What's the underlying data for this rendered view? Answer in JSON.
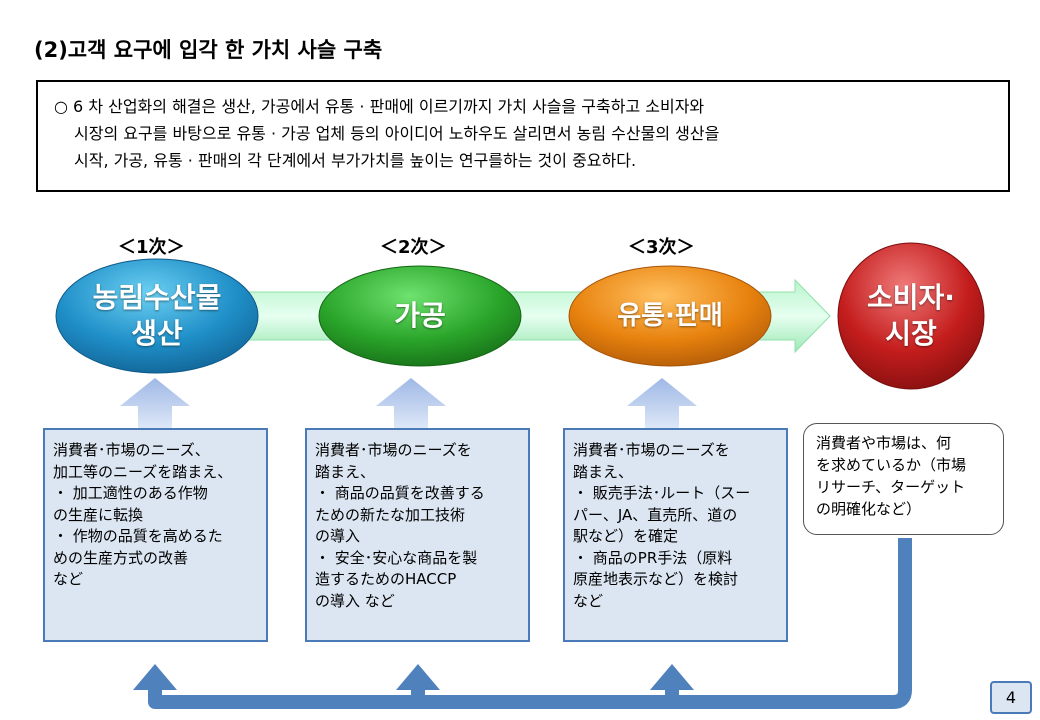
{
  "title": "(2)고객 요구에 입각 한 가치 사슬 구축",
  "summary": {
    "lines": [
      "○ 6 차 산업화의 해결은 생산, 가공에서 유통 · 판매에 이르기까지 가치 사슬을 구축하고 소비자와",
      "시장의 요구를 바탕으로 유통 · 가공 업체 등의 아이디어 노하우도 살리면서 농림 수산물의 생산을",
      "시작, 가공, 유통 · 판매의 각 단계에서 부가가치를 높이는 연구를하는 것이 중요하다."
    ]
  },
  "stages": [
    {
      "label": "＜1次＞",
      "node_lines": [
        "농림수산물",
        "생산"
      ],
      "color": "#1f8fc8"
    },
    {
      "label": "＜2次＞",
      "node_lines": [
        "가공"
      ],
      "color": "#2aa52a"
    },
    {
      "label": "＜3次＞",
      "node_lines": [
        "유통·판매"
      ],
      "color": "#e8820e"
    }
  ],
  "consumer": {
    "node_lines": [
      "소비자·",
      "시장"
    ],
    "color": "#c41d1d"
  },
  "panels": [
    {
      "lines": [
        " 消費者･市場のニーズ、",
        "加工等のニーズを踏まえ、",
        "・  加工適性のある作物",
        "  の生産に転換",
        "・  作物の品質を高めるた",
        "  めの生産方式の改善",
        "                              など"
      ]
    },
    {
      "lines": [
        " 消費者･市場のニーズを",
        "踏まえ、",
        "・  商品の品質を改善する",
        "  ための新たな加工技術",
        "  の導入",
        "・  安全･安心な商品を製",
        "  造するためのHACCP",
        "  の導入                  など"
      ]
    },
    {
      "lines": [
        " 消費者･市場のニーズを",
        "踏まえ、",
        "・  販売手法･ルート（スー",
        "  パー、JA、直売所、道の",
        "  駅など）を確定",
        "・  商品のPR手法（原料",
        "  原産地表示など）を検討",
        "                              など"
      ]
    }
  ],
  "consumer_note": {
    "lines": [
      "消費者や市場は、何",
      "を求めているか（市場",
      "リサーチ、ターゲット",
      "の明確化など）"
    ]
  },
  "page_number": "4",
  "colors": {
    "arrow_band": "#a8f0c0",
    "panel_fill": "#dce6f2",
    "panel_border": "#4a7ab8",
    "feedback_arrow": "#4f81bd"
  }
}
